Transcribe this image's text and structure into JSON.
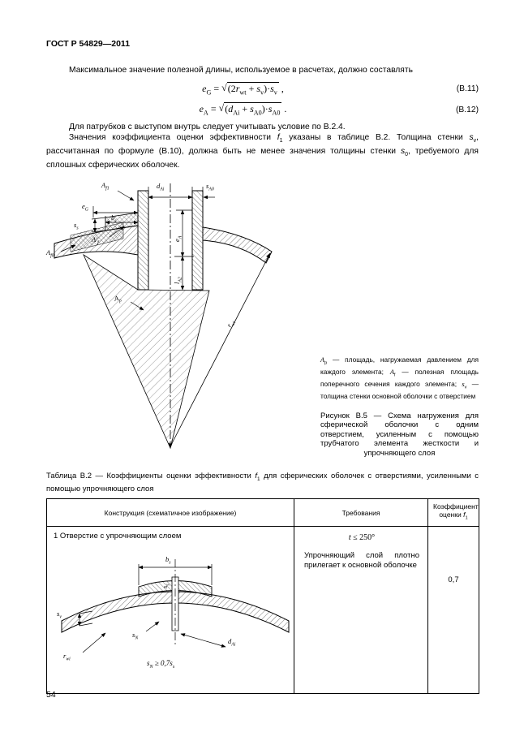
{
  "page": {
    "header": "ГОСТ Р 54829—2011",
    "number": "54"
  },
  "body": {
    "p1": "Максимальное значение полезной длины, используемое в расчетах, должно составлять",
    "f11": {
      "expr": "*e*_{G} = √{(2*r*_{wt} + *s*_{v})·*s*_{v}} ,",
      "num": "(В.11)"
    },
    "f12": {
      "expr": "*e*_{A} = √{(*d*_{Ai} + *s*_{A0})·*s*_{A0}} .",
      "num": "(В.12)"
    },
    "p2": "Для патрубков с выступом внутрь следует учитывать условие по В.2.4.",
    "p3": "Значения коэффициента оценки эффективности *f*_{1} указаны в таблице В.2. Толщина стенки *s*_{v}, рассчитанная по формуле (В.10), должна быть не менее значения толщины стенки *s*_{0}, требуемого для сплошных сферических оболочек."
  },
  "figure": {
    "labels": {
      "af1": "*A*_{f1}",
      "dai": "*d*_{Ai}",
      "sa0": "*s*_{A0}",
      "eg": "*e*_{G}",
      "bs": "*b*_{s}",
      "ss": "*s*_{s}",
      "afp": "*A*′_{f}",
      "af0": "*A*_{f0}",
      "ea": "*e*_{A}",
      "la2": "*l*_{A2}",
      "ap": "*A*_{p}",
      "rwi": "*r*_{wi}"
    },
    "note": "*A*_{p} — площадь, нагружаемая давлением для каждого элемента; *A*_{f} — полезная площадь поперечного сечения каждого элемента; *s*_{v} — толщина стенки основной оболочки с отверстием",
    "caption": "Рисунок В.5 — Схема нагружения для сферической оболочки с одним отверстием, усиленным с помощью трубчатого элемента жесткости и упрочняющего слоя"
  },
  "table": {
    "caption": "Таблица В.2 — Коэффициенты оценки эффективности *f*_{1} для сферических оболочек с отверстиями, усиленными с помощью упрочняющего слоя",
    "col1": "Конструкция (схематичное изображение)",
    "col2": "Требования",
    "col3": "Коэффициент оценки *f*_{1}",
    "row1": {
      "title": "1 Отверстие с упрочняющим слоем",
      "req1": "*t* ≤ 250°",
      "req2": "Упрочняющий слой плотно прилегает к основной оболочке",
      "value": "0,7",
      "labels": {
        "bs": "*b*_{s}",
        "sv": "*s*_{v}",
        "ss": "*s*_{s}",
        "sn": "*s*_{N}",
        "dai": "*d*_{Ai}",
        "rwi": "*r*_{wi}",
        "cond": "*s*_{N} ≥ 0,7*s*_{s}"
      }
    }
  }
}
